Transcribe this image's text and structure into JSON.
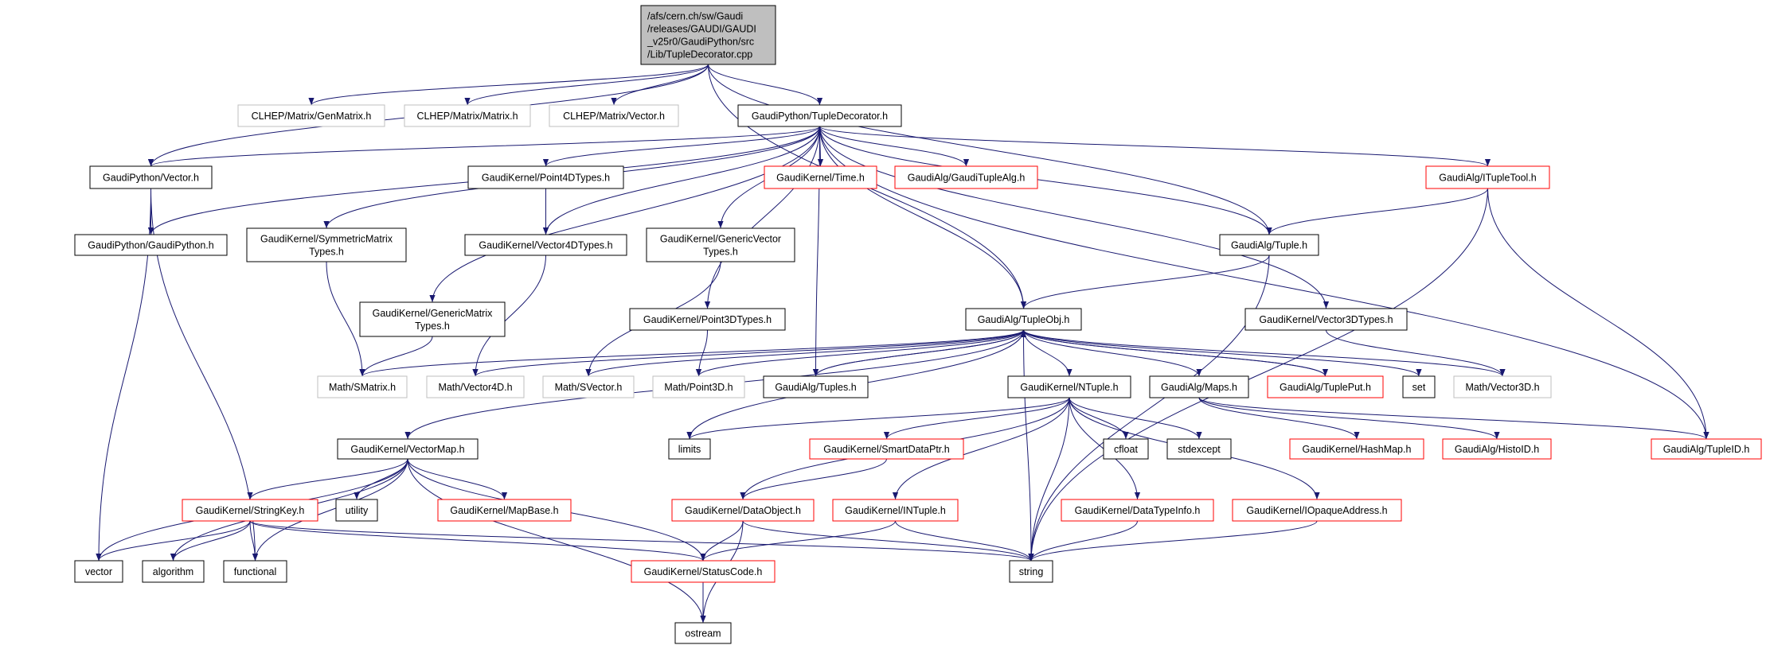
{
  "graph": {
    "edge_color": "#191970",
    "border_colors": {
      "documented": "#000000",
      "undocumented": "#ff0000",
      "external": "#bfbfbf"
    },
    "root_fill": "#bfbfbf",
    "nodes": {
      "root": {
        "lines": [
          "/afs/cern.ch/sw/Gaudi",
          "/releases/GAUDI/GAUDI",
          "_v25r0/GaudiPython/src",
          "/Lib/TupleDecorator.cpp"
        ],
        "kind": "root"
      },
      "genmatrix": {
        "lines": [
          "CLHEP/Matrix/GenMatrix.h"
        ],
        "kind": "external"
      },
      "matrix": {
        "lines": [
          "CLHEP/Matrix/Matrix.h"
        ],
        "kind": "external"
      },
      "clhepvector": {
        "lines": [
          "CLHEP/Matrix/Vector.h"
        ],
        "kind": "external"
      },
      "tupledecorator": {
        "lines": [
          "GaudiPython/TupleDecorator.h"
        ],
        "kind": "documented"
      },
      "gpvector": {
        "lines": [
          "GaudiPython/Vector.h"
        ],
        "kind": "documented"
      },
      "point4d": {
        "lines": [
          "GaudiKernel/Point4DTypes.h"
        ],
        "kind": "documented"
      },
      "time": {
        "lines": [
          "GaudiKernel/Time.h"
        ],
        "kind": "undocumented"
      },
      "gauditupalg": {
        "lines": [
          "GaudiAlg/GaudiTupleAlg.h"
        ],
        "kind": "undocumented"
      },
      "ituptool": {
        "lines": [
          "GaudiAlg/ITupleTool.h"
        ],
        "kind": "undocumented"
      },
      "gaudipython": {
        "lines": [
          "GaudiPython/GaudiPython.h"
        ],
        "kind": "documented"
      },
      "symmatrix": {
        "lines": [
          "GaudiKernel/SymmetricMatrix",
          "Types.h"
        ],
        "kind": "documented"
      },
      "vector4dtypes": {
        "lines": [
          "GaudiKernel/Vector4DTypes.h"
        ],
        "kind": "documented"
      },
      "genvector": {
        "lines": [
          "GaudiKernel/GenericVector",
          "Types.h"
        ],
        "kind": "documented"
      },
      "tuple": {
        "lines": [
          "GaudiAlg/Tuple.h"
        ],
        "kind": "documented"
      },
      "genmatrixtypes": {
        "lines": [
          "GaudiKernel/GenericMatrix",
          "Types.h"
        ],
        "kind": "documented"
      },
      "point3dtypes": {
        "lines": [
          "GaudiKernel/Point3DTypes.h"
        ],
        "kind": "documented"
      },
      "tupleobj": {
        "lines": [
          "GaudiAlg/TupleObj.h"
        ],
        "kind": "documented"
      },
      "vector3dtypes": {
        "lines": [
          "GaudiKernel/Vector3DTypes.h"
        ],
        "kind": "documented"
      },
      "smatrix": {
        "lines": [
          "Math/SMatrix.h"
        ],
        "kind": "external"
      },
      "vector4d": {
        "lines": [
          "Math/Vector4D.h"
        ],
        "kind": "external"
      },
      "svector": {
        "lines": [
          "Math/SVector.h"
        ],
        "kind": "external"
      },
      "point3d": {
        "lines": [
          "Math/Point3D.h"
        ],
        "kind": "external"
      },
      "tuples": {
        "lines": [
          "GaudiAlg/Tuples.h"
        ],
        "kind": "documented"
      },
      "ntuple": {
        "lines": [
          "GaudiKernel/NTuple.h"
        ],
        "kind": "documented"
      },
      "maps": {
        "lines": [
          "GaudiAlg/Maps.h"
        ],
        "kind": "documented"
      },
      "tupleput": {
        "lines": [
          "GaudiAlg/TuplePut.h"
        ],
        "kind": "undocumented"
      },
      "set": {
        "lines": [
          "set"
        ],
        "kind": "documented"
      },
      "vector3d": {
        "lines": [
          "Math/Vector3D.h"
        ],
        "kind": "external"
      },
      "vectormap": {
        "lines": [
          "GaudiKernel/VectorMap.h"
        ],
        "kind": "documented"
      },
      "limits": {
        "lines": [
          "limits"
        ],
        "kind": "documented"
      },
      "smartdataptr": {
        "lines": [
          "GaudiKernel/SmartDataPtr.h"
        ],
        "kind": "undocumented"
      },
      "cfloat": {
        "lines": [
          "cfloat"
        ],
        "kind": "documented"
      },
      "stdexcept": {
        "lines": [
          "stdexcept"
        ],
        "kind": "documented"
      },
      "hashmap": {
        "lines": [
          "GaudiKernel/HashMap.h"
        ],
        "kind": "undocumented"
      },
      "histoid": {
        "lines": [
          "GaudiAlg/HistoID.h"
        ],
        "kind": "undocumented"
      },
      "tupleid": {
        "lines": [
          "GaudiAlg/TupleID.h"
        ],
        "kind": "undocumented"
      },
      "stringkey": {
        "lines": [
          "GaudiKernel/StringKey.h"
        ],
        "kind": "undocumented"
      },
      "utility": {
        "lines": [
          "utility"
        ],
        "kind": "documented"
      },
      "mapbase": {
        "lines": [
          "GaudiKernel/MapBase.h"
        ],
        "kind": "undocumented"
      },
      "dataobject": {
        "lines": [
          "GaudiKernel/DataObject.h"
        ],
        "kind": "undocumented"
      },
      "intuple": {
        "lines": [
          "GaudiKernel/INTuple.h"
        ],
        "kind": "undocumented"
      },
      "datatypeinfo": {
        "lines": [
          "GaudiKernel/DataTypeInfo.h"
        ],
        "kind": "undocumented"
      },
      "iopaque": {
        "lines": [
          "GaudiKernel/IOpaqueAddress.h"
        ],
        "kind": "undocumented"
      },
      "vector": {
        "lines": [
          "vector"
        ],
        "kind": "documented"
      },
      "algorithm": {
        "lines": [
          "algorithm"
        ],
        "kind": "documented"
      },
      "functional": {
        "lines": [
          "functional"
        ],
        "kind": "documented"
      },
      "statuscode": {
        "lines": [
          "GaudiKernel/StatusCode.h"
        ],
        "kind": "undocumented"
      },
      "string": {
        "lines": [
          "string"
        ],
        "kind": "documented"
      },
      "ostream": {
        "lines": [
          "ostream"
        ],
        "kind": "documented"
      }
    },
    "edges": [
      [
        "root",
        "genmatrix"
      ],
      [
        "root",
        "matrix"
      ],
      [
        "root",
        "clhepvector"
      ],
      [
        "root",
        "tupledecorator"
      ],
      [
        "root",
        "gpvector"
      ],
      [
        "root",
        "tuple"
      ],
      [
        "root",
        "tupleobj"
      ],
      [
        "tupledecorator",
        "gpvector"
      ],
      [
        "tupledecorator",
        "gaudipython"
      ],
      [
        "tupledecorator",
        "symmatrix"
      ],
      [
        "tupledecorator",
        "genmatrixtypes"
      ],
      [
        "tupledecorator",
        "point4d"
      ],
      [
        "tupledecorator",
        "vector4dtypes"
      ],
      [
        "tupledecorator",
        "genvector"
      ],
      [
        "tupledecorator",
        "time"
      ],
      [
        "tupledecorator",
        "gauditupalg"
      ],
      [
        "tupledecorator",
        "tuples"
      ],
      [
        "tupledecorator",
        "point3dtypes"
      ],
      [
        "tupledecorator",
        "tupleobj"
      ],
      [
        "tupledecorator",
        "tuple"
      ],
      [
        "tupledecorator",
        "ituptool"
      ],
      [
        "tupledecorator",
        "vector3dtypes"
      ],
      [
        "tupledecorator",
        "tupleid"
      ],
      [
        "gpvector",
        "gaudipython"
      ],
      [
        "gpvector",
        "vector"
      ],
      [
        "gpvector",
        "functional"
      ],
      [
        "point4d",
        "vector4dtypes"
      ],
      [
        "symmatrix",
        "smatrix"
      ],
      [
        "genmatrixtypes",
        "smatrix"
      ],
      [
        "vector4dtypes",
        "vector4d"
      ],
      [
        "genvector",
        "svector"
      ],
      [
        "point3dtypes",
        "point3d"
      ],
      [
        "vector3dtypes",
        "vector3d"
      ],
      [
        "ituptool",
        "tuple"
      ],
      [
        "ituptool",
        "string"
      ],
      [
        "ituptool",
        "tupleid"
      ],
      [
        "tuple",
        "tupleobj"
      ],
      [
        "tuple",
        "string"
      ],
      [
        "tupleobj",
        "smatrix"
      ],
      [
        "tupleobj",
        "vector4d"
      ],
      [
        "tupleobj",
        "svector"
      ],
      [
        "tupleobj",
        "point3d"
      ],
      [
        "tupleobj",
        "tuples"
      ],
      [
        "tupleobj",
        "vectormap"
      ],
      [
        "tupleobj",
        "limits"
      ],
      [
        "tupleobj",
        "ntuple"
      ],
      [
        "tupleobj",
        "maps"
      ],
      [
        "tupleobj",
        "tupleput"
      ],
      [
        "tupleobj",
        "set"
      ],
      [
        "tupleobj",
        "vector3d"
      ],
      [
        "tupleobj",
        "string"
      ],
      [
        "tuples",
        "tupleobj"
      ],
      [
        "tupleput",
        "tupleobj"
      ],
      [
        "ntuple",
        "limits"
      ],
      [
        "ntuple",
        "smartdataptr"
      ],
      [
        "ntuple",
        "intuple"
      ],
      [
        "ntuple",
        "string"
      ],
      [
        "ntuple",
        "cfloat"
      ],
      [
        "ntuple",
        "stdexcept"
      ],
      [
        "ntuple",
        "datatypeinfo"
      ],
      [
        "ntuple",
        "iopaque"
      ],
      [
        "ntuple",
        "dataobject"
      ],
      [
        "maps",
        "hashmap"
      ],
      [
        "maps",
        "histoid"
      ],
      [
        "maps",
        "tupleid"
      ],
      [
        "vectormap",
        "vector"
      ],
      [
        "vectormap",
        "algorithm"
      ],
      [
        "vectormap",
        "stringkey"
      ],
      [
        "vectormap",
        "utility"
      ],
      [
        "vectormap",
        "functional"
      ],
      [
        "vectormap",
        "mapbase"
      ],
      [
        "vectormap",
        "ostream"
      ],
      [
        "vectormap",
        "statuscode"
      ],
      [
        "stringkey",
        "vector"
      ],
      [
        "stringkey",
        "algorithm"
      ],
      [
        "stringkey",
        "functional"
      ],
      [
        "stringkey",
        "statuscode"
      ],
      [
        "stringkey",
        "string"
      ],
      [
        "smartdataptr",
        "dataobject"
      ],
      [
        "dataobject",
        "statuscode"
      ],
      [
        "dataobject",
        "ostream"
      ],
      [
        "dataobject",
        "string"
      ],
      [
        "intuple",
        "statuscode"
      ],
      [
        "intuple",
        "string"
      ],
      [
        "datatypeinfo",
        "string"
      ],
      [
        "iopaque",
        "string"
      ],
      [
        "statuscode",
        "ostream"
      ]
    ]
  }
}
